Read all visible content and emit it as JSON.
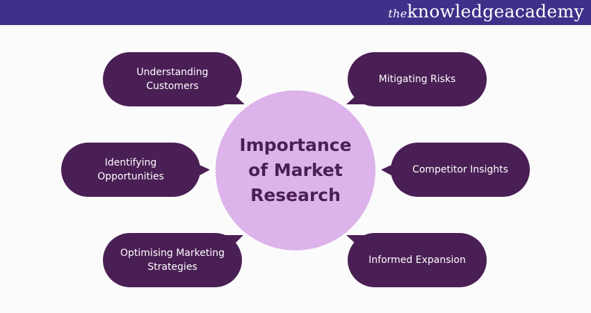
{
  "header": {
    "logo_prefix": "the",
    "logo_text": "knowledgeacademy"
  },
  "center": {
    "title_line1": "Importance",
    "title_line2": "of Market",
    "title_line3": "Research"
  },
  "bubbles": [
    {
      "line1": "Understanding",
      "line2": "Customers"
    },
    {
      "line1": "Mitigating Risks"
    },
    {
      "line1": "Identifying",
      "line2": "Opportunities"
    },
    {
      "line1": "Competitor Insights"
    },
    {
      "line1": "Optimising Marketing",
      "line2": "Strategies"
    },
    {
      "line1": "Informed Expansion"
    }
  ],
  "colors": {
    "header": "#40308a",
    "bubble": "#4a1f55",
    "circle": "#dcb3ea"
  }
}
